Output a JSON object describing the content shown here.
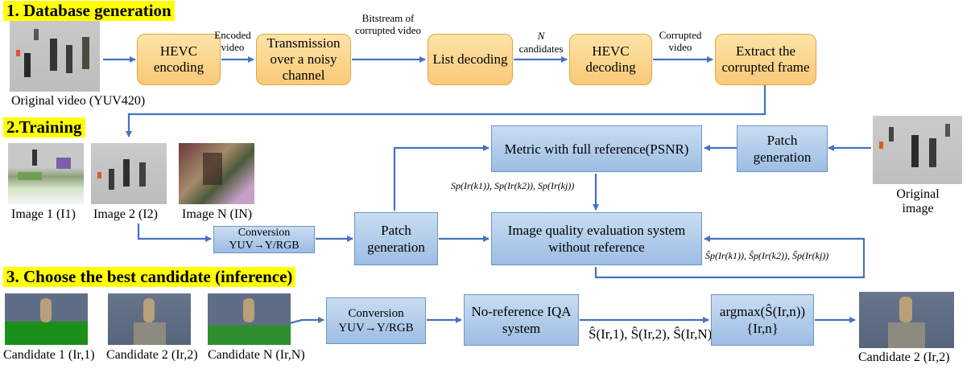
{
  "sections": {
    "s1": "1. Database generation",
    "s2": "2.Training",
    "s3": "3. Choose the best candidate (inference)"
  },
  "stage1": {
    "hevc_encoding": "HEVC encoding",
    "transmission": "Transmission over a noisy channel",
    "list_decoding": "List decoding",
    "hevc_decoding": "HEVC decoding",
    "extract": "Extract the corrupted frame",
    "label_encoded": "Encoded video",
    "label_bitstream": "Bitstream of corrupted video",
    "label_n": "N",
    "label_candidates": "candidates",
    "label_corrupted": "Corrupted video",
    "caption_original": "Original video (YUV420)"
  },
  "stage2": {
    "metric": "Metric with full reference(PSNR)",
    "patch_gen_right": "Patch generation",
    "patch_gen_mid": "Patch generation",
    "conversion_title": "Conversion",
    "conversion_sub": "YUV→Y/RGB",
    "iqa_system": "Image quality evaluation system without reference",
    "score_full": "Sp(Ir(k1)), Sp(Ir(k2)), Sp(Ir(kj))",
    "score_pred": "Ŝp(Ir(k1)), Ŝp(Ir(k2)), Ŝp(Ir(kj))",
    "caption_img1": "Image 1 (I1)",
    "caption_img2": "Image 2 (I2)",
    "caption_imgN": "Image N (IN)",
    "caption_original": "Original image"
  },
  "stage3": {
    "conversion_title": "Conversion",
    "conversion_sub": "YUV→Y/RGB",
    "noref": "No-reference IQA system",
    "scores": "Ŝ(Ir,1), Ŝ(Ir,2), Ŝ(Ir,N)",
    "argmax": "argmax(Ŝ(Ir,n))",
    "argmax_set": "{Ir,n}",
    "caption_c1": "Candidate 1 (Ir,1)",
    "caption_c2": "Candidate 2 (Ir,2)",
    "caption_cN": "Candidate N (Ir,N)",
    "caption_best": "Candidate 2 (Ir,2)"
  },
  "colors": {
    "orange_fill": "#f8c977",
    "blue_fill": "#9dbde3",
    "arrow": "#4472c4",
    "highlight": "#ffff00"
  }
}
